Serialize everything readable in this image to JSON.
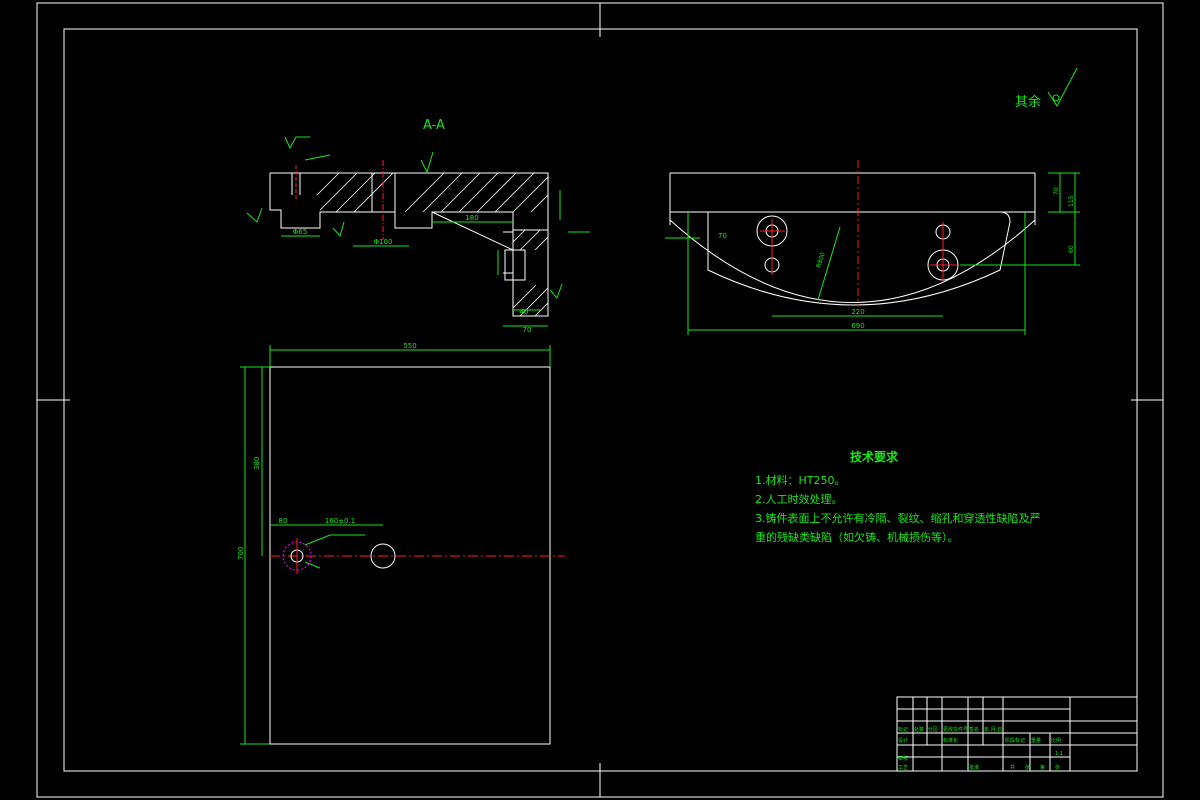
{
  "views": {
    "section_label": "A-A",
    "surface_finish_note": "其余"
  },
  "dimensions": {
    "top_overall_width": "550",
    "top_overall_height": "700",
    "top_height_upper": "380",
    "top_hole_offset": "80",
    "top_hole_spacing": "160±0.1",
    "section_d1": "Φ65",
    "section_d2": "Φ100",
    "section_len": "180",
    "section_w1": "40",
    "section_w2": "70",
    "right_total_width": "690",
    "right_center_dist": "220",
    "right_h1": "70",
    "right_h2": "115",
    "right_h3": "60",
    "right_side_70": "70",
    "right_radius": "R800"
  },
  "notes": {
    "title": "技术要求",
    "items": [
      "1.材料：HT250。",
      "2.人工时效处理。",
      "3.铸件表面上不允许有冷隔、裂纹、缩孔和穿透性缺陷及严",
      "重的残缺类缺陷（如欠铸、机械损伤等）。"
    ]
  },
  "title_block": {
    "labels": [
      "标记",
      "处数",
      "分区",
      "更改文件号",
      "签名",
      "年.月.日",
      "设计",
      "标准化",
      "审核",
      "工艺",
      "批准",
      "阶段标记",
      "重量",
      "比例",
      "共",
      "张",
      "第",
      "张"
    ],
    "scale": "1:1"
  }
}
